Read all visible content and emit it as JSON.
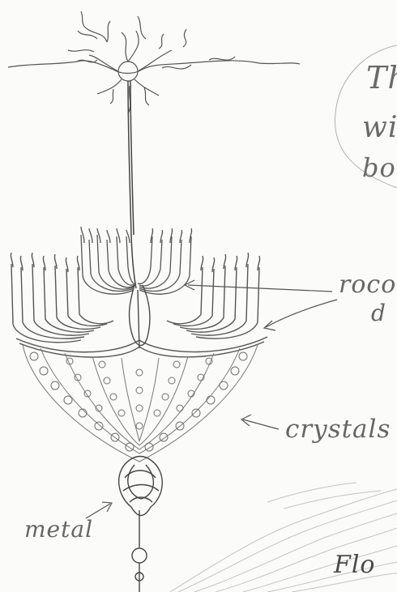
{
  "annotations": {
    "top_line1": "Th",
    "top_line2": "wi",
    "top_line3": "bo",
    "rococo": "rococ",
    "rococo_cont": "d",
    "crystals": "crystals",
    "metal": "metal",
    "flo": "Flo"
  },
  "colors": {
    "paper": "#fbfbf9",
    "pencil": "#555555",
    "pencil_light": "#9a9a9a"
  }
}
